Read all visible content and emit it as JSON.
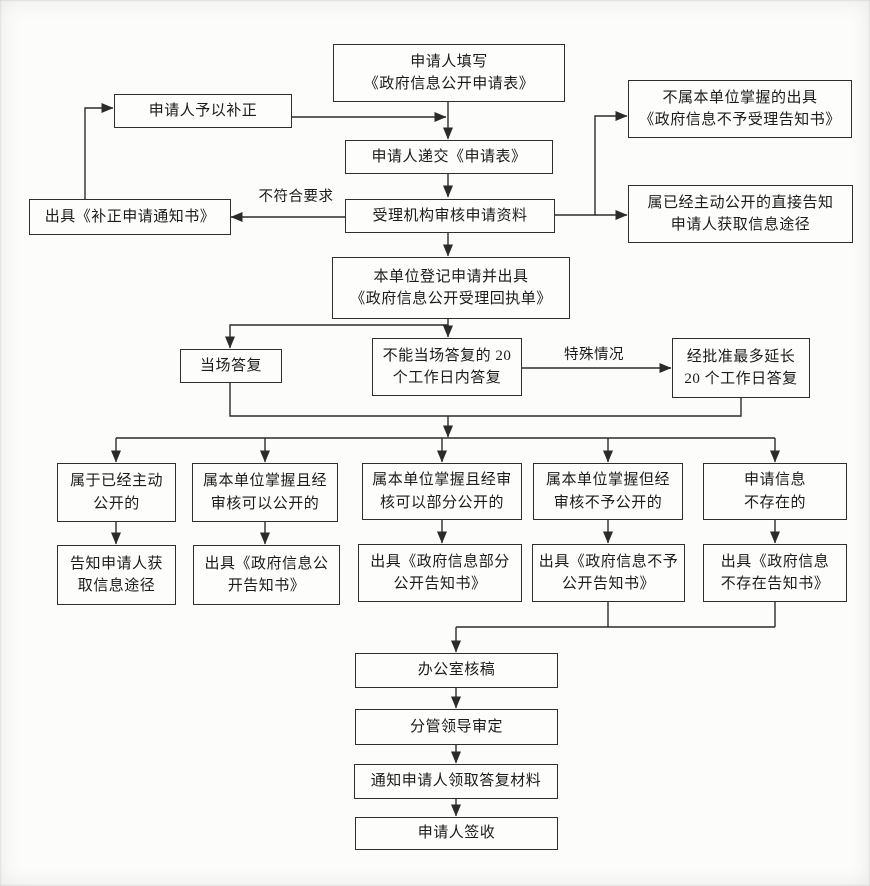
{
  "flowchart": {
    "title_hint": "政府信息公开申请办理流程图",
    "colors": {
      "line": "#2b2b2b",
      "box_border": "#2e2e2e",
      "text": "#1b1b1b",
      "background": "#fcfcfa"
    },
    "nodes": {
      "fill_form": "申请人填写\n《政府信息公开申请表》",
      "supplement": "申请人予以补正",
      "submit_form": "申请人递交《申请表》",
      "issue_correction_notice": "出具《补正申请通知书》",
      "review_materials": "受理机构审核申请资料",
      "not_held_notice": "不属本单位掌握的出具\n《政府信息不予受理告知书》",
      "already_public_inform": "属已经主动公开的直接告知\n申请人获取信息途径",
      "register_receipt": "本单位登记申请并出具\n《政府信息公开受理回执单》",
      "onsite_reply": "当场答复",
      "reply_20_days": "不能当场答复的 20\n个工作日内答复",
      "extend_20_days": "经批准最多延长\n20 个工作日答复",
      "cond_already_public": "属于已经主动\n公开的",
      "cond_can_disclose": "属本单位掌握且经\n审核可以公开的",
      "cond_partial_disclose": "属本单位掌握且经审\n核可以部分公开的",
      "cond_refuse_disclose": "属本单位掌握但经\n审核不予公开的",
      "cond_not_exist": "申请信息\n不存在的",
      "out_inform_channel": "告知申请人获\n取信息途径",
      "out_disclose_notice": "出具《政府信息公\n开告知书》",
      "out_partial_notice": "出具《政府信息部分\n公开告知书》",
      "out_refuse_notice": "出具《政府信息不予\n公开告知书》",
      "out_not_exist_notice": "出具《政府信息\n不存在告知书》",
      "office_review": "办公室核稿",
      "leader_approve": "分管领导审定",
      "notify_pickup": "通知申请人领取答复材料",
      "sign_receive": "申请人签收"
    },
    "edge_labels": {
      "not_conforming": "不符合要求",
      "special_case": "特殊情况"
    }
  }
}
